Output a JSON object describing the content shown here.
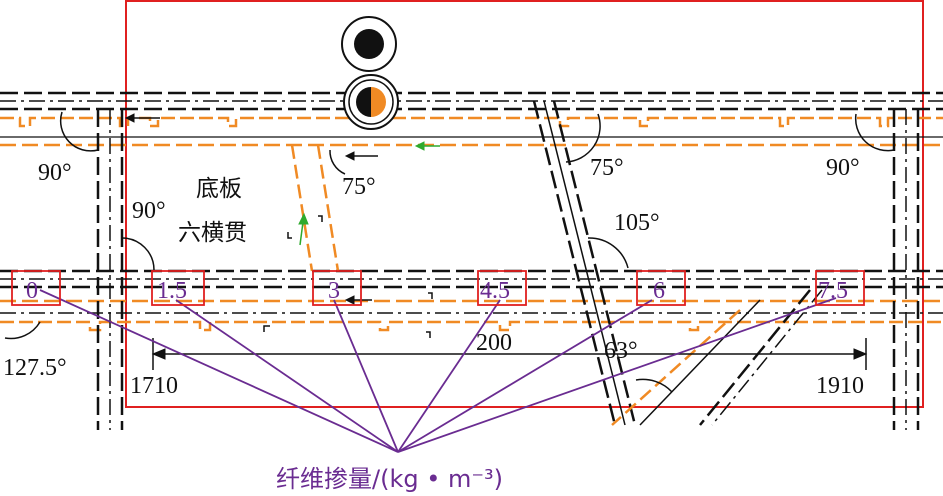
{
  "colors": {
    "frame": "#e02020",
    "line": "#111111",
    "orange": "#f08a24",
    "purple": "#6a2c91",
    "green": "#2eaa2e"
  },
  "angles": {
    "a90_left_top": "90°",
    "a90_left_mid": "90°",
    "a75_center": "75°",
    "a75_right": "75°",
    "a90_right": "90°",
    "a105": "105°",
    "a127": "127.5°",
    "a63": "63°"
  },
  "dimensions": {
    "span": "200",
    "left": "1710",
    "right": "1910"
  },
  "annotation": {
    "line1": "底板",
    "line2": "六横贯"
  },
  "fiber_boxes": [
    "0",
    "1.5",
    "3",
    "4.5",
    "6",
    "7.5"
  ],
  "fiber_title": "纤维掺量/(kg • m⁻³)"
}
